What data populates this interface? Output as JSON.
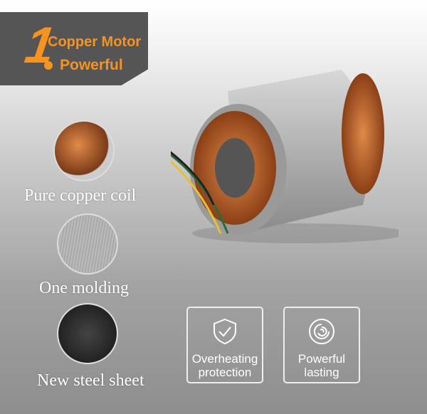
{
  "header": {
    "number": "1",
    "line1": "Copper Motor",
    "line2": "Powerful"
  },
  "features": [
    {
      "label": "Pure copper coil",
      "icon": "copper-coil-closeup"
    },
    {
      "label": "One molding",
      "icon": "steel-molding-closeup"
    },
    {
      "label": "New steel sheet",
      "icon": "steel-sheet-closeup"
    }
  ],
  "badges": [
    {
      "label_line1": "Overheating",
      "label_line2": "protection",
      "icon": "shield-check-icon"
    },
    {
      "label_line1": "Powerful",
      "label_line2": "lasting",
      "icon": "spiral-icon"
    }
  ],
  "colors": {
    "accent": "#f7931e",
    "banner": "#555555",
    "copper": "#b8622a"
  }
}
